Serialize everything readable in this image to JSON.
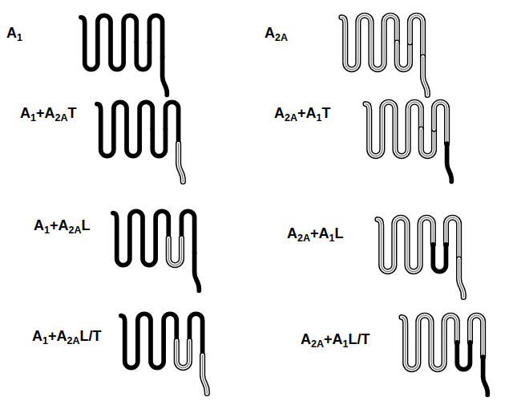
{
  "diagram": {
    "labels": [
      "A1",
      "A2A",
      "A1+A2AT",
      "A2A+A1T",
      "A1+A2AL",
      "A2A+A1L",
      "A1+A2AL/T",
      "A2A+A1L/T"
    ]
  }
}
